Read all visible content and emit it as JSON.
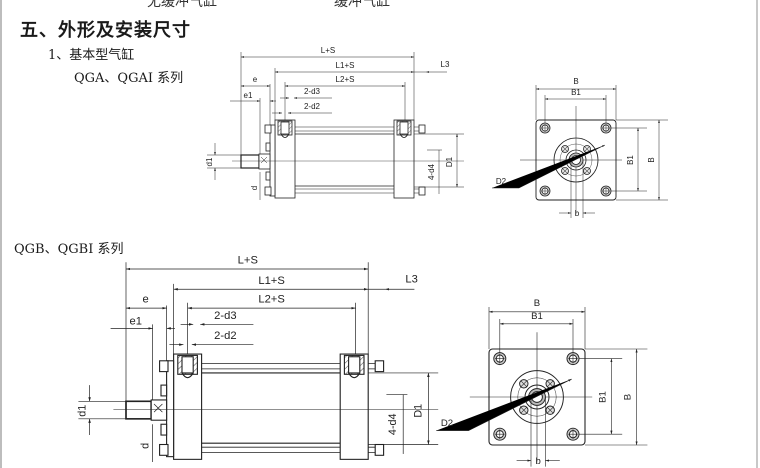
{
  "header": {
    "col_no_cushion": "无缓冲气缸",
    "col_cushion": "缓冲气缸"
  },
  "section_title": "五、外形及安装尺寸",
  "subsection_title": "1、基本型气缸",
  "series": [
    {
      "label": "QGA、QGAI 系列"
    },
    {
      "label": "QGB、QGBI 系列"
    }
  ],
  "side_view_labels": {
    "ls": "L+S",
    "l1s": "L1+S",
    "l2s": "L2+S",
    "l3": "L3",
    "e": "e",
    "e1": "e1",
    "d3": "2-d3",
    "d2": "2-d2",
    "d1": "d1",
    "d": "d",
    "d4": "4-d4",
    "D1": "D1"
  },
  "front_view_labels": {
    "B": "B",
    "B1": "B1",
    "B1v": "B1",
    "Bv": "B",
    "D2": "D2",
    "b": "b"
  }
}
